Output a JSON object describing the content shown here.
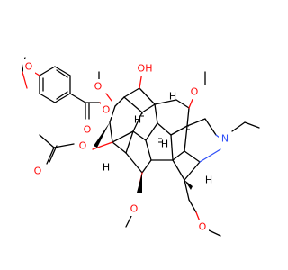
{
  "figure": {
    "kind": "skeletal-structure",
    "colors": {
      "carbon_bond": "#000000",
      "oxygen": "#ff0d0d",
      "nitrogen": "#3050f8",
      "background": "#ffffff"
    }
  },
  "atom_labels": {
    "o_para_methoxy": "O",
    "o_benzoate_carbonyl": "O",
    "o_benzoate_ester": "O",
    "o_c16_methoxy": "O",
    "o_hydroxyl": "OH",
    "o_right_methoxy": "O",
    "nitrogen": "N",
    "o_acetyl_carbonyl": "O",
    "o_acetyl_ester": "O",
    "o_lower_methoxy": "O",
    "o_methoxymethyl": "O",
    "h_upper": "H",
    "h_mid_left": "H",
    "h_mid_right": "H",
    "h_lower_left": "H",
    "h_lower_right": "H"
  }
}
